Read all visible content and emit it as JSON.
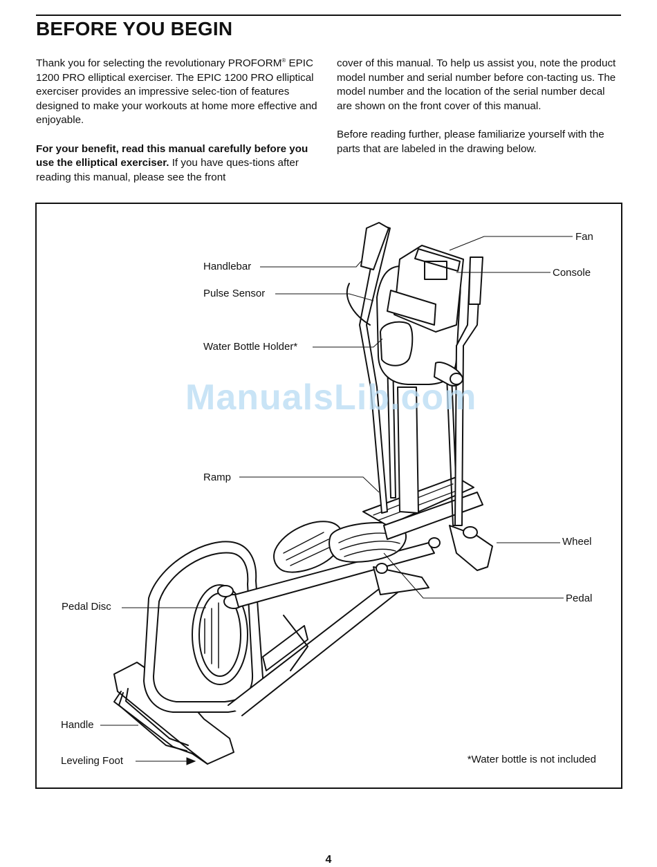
{
  "header": {
    "title": "BEFORE YOU BEGIN"
  },
  "intro": {
    "p1_a": "Thank you for selecting the revolutionary PROFORM",
    "p1_reg": "®",
    "p1_b": " EPIC 1200 PRO elliptical exerciser. The EPIC 1200 PRO elliptical exerciser provides an impressive selec-tion of features designed to make your workouts at home more effective and enjoyable.",
    "p2_bold": "For your benefit, read this manual carefully before you use the elliptical exerciser.",
    "p2_rest": " If you have ques-tions after reading this manual, please see the front",
    "p3": "cover of this manual. To help us assist you, note the product model number and serial number before con-tacting us. The model number and the location of the serial number decal are shown on the front cover of this manual.",
    "p4": "Before reading further, please familiarize yourself with the parts that are labeled in the drawing below."
  },
  "diagram": {
    "labels": {
      "fan": "Fan",
      "console": "Console",
      "handlebar": "Handlebar",
      "pulse_sensor": "Pulse Sensor",
      "water_bottle_holder": "Water Bottle Holder*",
      "ramp": "Ramp",
      "wheel": "Wheel",
      "pedal": "Pedal",
      "pedal_disc": "Pedal Disc",
      "handle": "Handle",
      "leveling_foot": "Leveling Foot"
    },
    "note": "*Water bottle is not included",
    "watermark": "ManualsLib.com"
  },
  "footer": {
    "page_number": "4"
  }
}
